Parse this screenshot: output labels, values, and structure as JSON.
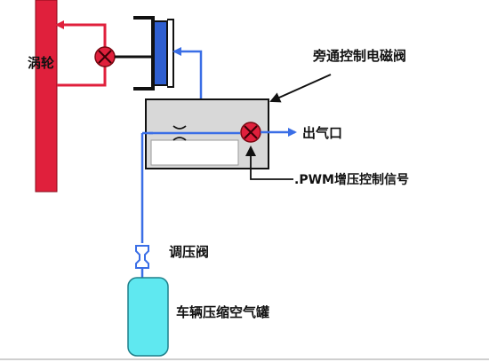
{
  "labels": {
    "turbine": "涡轮",
    "bypass_valve": "旁通控制电磁阀",
    "outlet": "出气口",
    "pwm_signal": ".PWM增压控制信号",
    "pressure_regulator": "调压阀",
    "air_tank": "车辆压缩空气罐"
  },
  "colors": {
    "turbine": "#e0203c",
    "flow_line": "#3a6ee6",
    "valve": "#e0203c",
    "actuator": "#2f5fd0",
    "tank": "#5fe8f0",
    "box": "#d8d8d8"
  }
}
